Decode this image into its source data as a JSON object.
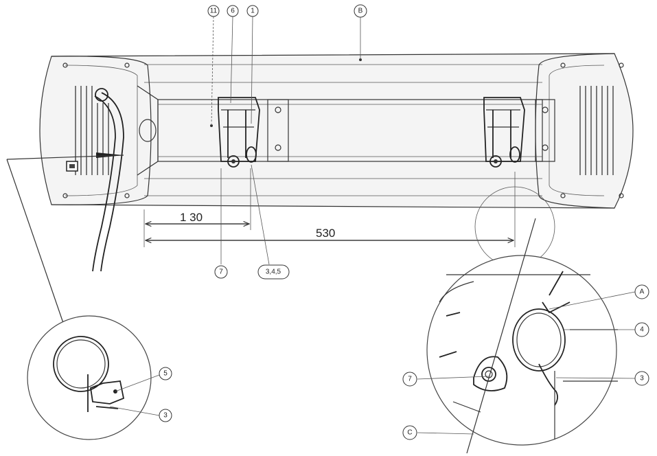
{
  "callouts": {
    "c11": "11",
    "c6": "6",
    "c1": "1",
    "cB": "B",
    "c7": "7",
    "c345": "3,4,5",
    "cA": "A",
    "c4": "4",
    "c3_right": "3",
    "c7_right": "7",
    "cC": "C",
    "c5_left": "5",
    "c3_left": "3"
  },
  "dimensions": {
    "short": "1 30",
    "long": "530"
  }
}
